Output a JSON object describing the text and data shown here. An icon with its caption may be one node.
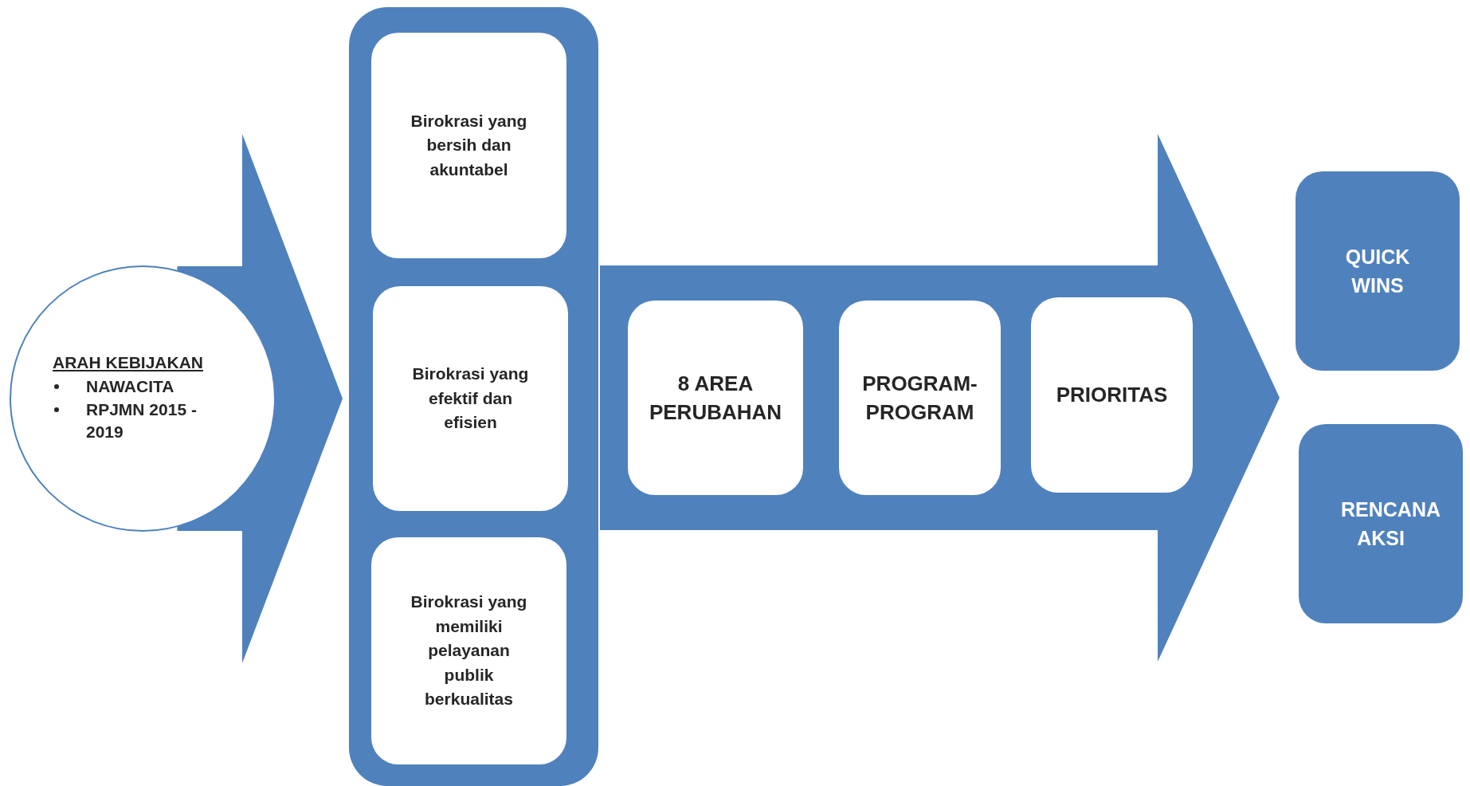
{
  "diagram": {
    "nodes": [
      {
        "text": [
          "ARAH KEBIJAKAN",
          "NAWACITA",
          "RPJMN 2015 - 2019"
        ]
      },
      {
        "text": [],
        "shape": "box"
      },
      {
        "text": [
          "Birokrasi yang bersih dan akuntabel"
        ],
        "in": 1
      },
      {
        "text": [
          "Birokrasi yang efektif dan efisien"
        ],
        "in": 1
      },
      {
        "text": [
          "Birokrasi yang memiliki pelayanan publik berkualitas"
        ],
        "in": 1
      },
      {
        "text": [],
        "shape": "arrow"
      },
      {
        "text": [
          "8 AREA PERUBAHAN"
        ],
        "in": 5
      },
      {
        "text": [
          "PROGRAM-PROGRAM"
        ],
        "in": 5
      },
      {
        "text": [
          "PRIORITAS"
        ],
        "in": 5
      },
      {
        "text": [
          "QUICK WINS"
        ]
      },
      {
        "text": [
          "RENCANA AKSI"
        ]
      }
    ],
    "edges": [
      {
        "from": 0,
        "to": 1,
        "arrow": "to",
        "style": "thick"
      }
    ]
  }
}
